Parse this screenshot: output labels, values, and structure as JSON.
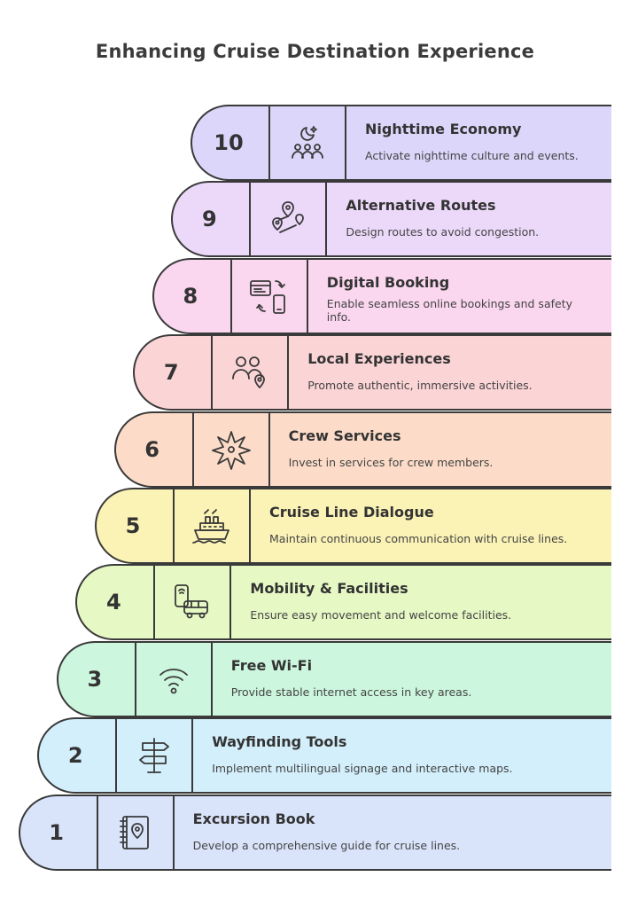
{
  "title": "Enhancing Cruise Destination Experience",
  "steps": [
    {
      "number": "10",
      "heading": "Nighttime Economy",
      "description": "Activate nighttime culture and events.",
      "color": "#dcd6fa",
      "icon": "moon-crowd-icon"
    },
    {
      "number": "9",
      "heading": "Alternative Routes",
      "description": "Design routes to avoid congestion.",
      "color": "#ecd9fa",
      "icon": "route-pins-icon"
    },
    {
      "number": "8",
      "heading": "Digital Booking",
      "description": "Enable seamless online bookings and safety info.",
      "color": "#fad6ef",
      "icon": "device-sync-icon"
    },
    {
      "number": "7",
      "heading": "Local Experiences",
      "description": "Promote authentic, immersive activities.",
      "color": "#fbd4d6",
      "icon": "people-location-icon"
    },
    {
      "number": "6",
      "heading": "Crew Services",
      "description": "Invest in services for crew members.",
      "color": "#fcdcc8",
      "icon": "compass-star-icon"
    },
    {
      "number": "5",
      "heading": "Cruise Line Dialogue",
      "description": "Maintain continuous communication with cruise lines.",
      "color": "#fbf3b6",
      "icon": "cruise-ship-icon"
    },
    {
      "number": "4",
      "heading": "Mobility & Facilities",
      "description": "Ensure easy movement and welcome facilities.",
      "color": "#e6f8c4",
      "icon": "phone-bus-icon"
    },
    {
      "number": "3",
      "heading": "Free Wi-Fi",
      "description": "Provide stable internet access in key areas.",
      "color": "#ccf6dd",
      "icon": "wifi-icon"
    },
    {
      "number": "2",
      "heading": "Wayfinding Tools",
      "description": "Implement multilingual signage and interactive maps.",
      "color": "#d3effb",
      "icon": "signpost-icon"
    },
    {
      "number": "1",
      "heading": "Excursion Book",
      "description": "Develop a comprehensive guide for cruise lines.",
      "color": "#d9e4fb",
      "icon": "guidebook-icon"
    }
  ]
}
